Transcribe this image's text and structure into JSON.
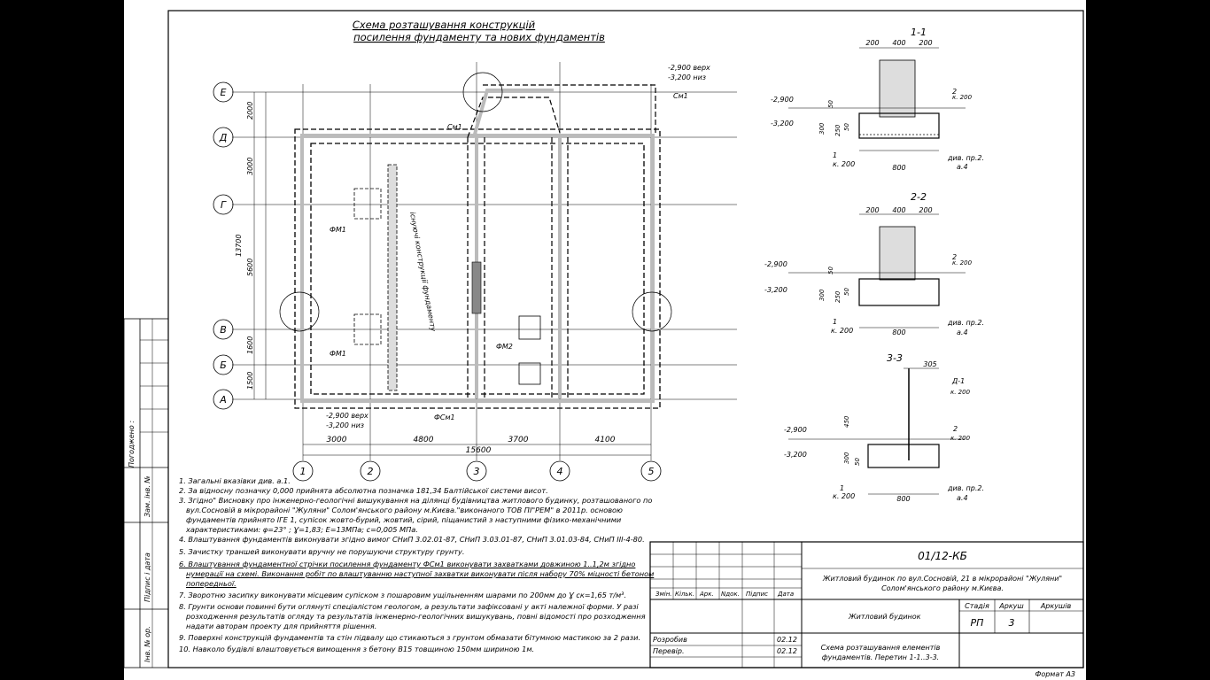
{
  "title_line1": "Схема розташування конструкцій",
  "title_line2": "посилення фундаменту та нових фундаментів",
  "axes_letters": [
    "Е",
    "Д",
    "Г",
    "В",
    "Б",
    "А"
  ],
  "axes_numbers": [
    "1",
    "2",
    "3",
    "4",
    "5"
  ],
  "bottom_dims": [
    "3000",
    "4800",
    "3700",
    "4100"
  ],
  "total_dim": "15600",
  "left_dims": [
    "2000",
    "3000",
    "5600",
    "1600",
    "1500"
  ],
  "total_left_dim": "13700",
  "vertical_label": "існуючі конструкції фундаменту",
  "level_labels": {
    "top_1": "-2,900 верх",
    "top_2": "-3,200 низ",
    "bot_1": "-2,900 верх",
    "bot_2": "-3,200 низ"
  },
  "marks": {
    "fm1_a": "ФМ1",
    "fm1_b": "ФМ1",
    "fm2": "ФМ2",
    "fsm1": "ФСм1",
    "sm1_a": "См1",
    "sm1_b": "См1"
  },
  "sections": [
    {
      "title": "1-1",
      "dims_top": [
        "200",
        "400",
        "200"
      ],
      "width": "800",
      "levels": [
        "-2,900",
        "-3,200"
      ],
      "depths": [
        "300",
        "50",
        "250",
        "50"
      ],
      "callout_1": "1",
      "callout_1b": "к. 200",
      "callout_2": "2",
      "callout_2b": "к. 200",
      "note": "див. пр.2.",
      "note_b": "а.4"
    },
    {
      "title": "2-2",
      "dims_top": [
        "200",
        "400",
        "200"
      ],
      "width": "800",
      "levels": [
        "-2,900",
        "-3,200"
      ],
      "depths": [
        "300",
        "50",
        "250",
        "50"
      ],
      "callout_1": "1",
      "callout_1b": "к. 200",
      "callout_2": "2",
      "callout_2b": "к. 200",
      "note": "див. пр.2.",
      "note_b": "а.4"
    },
    {
      "title": "3-3",
      "dims_top": [
        "305"
      ],
      "width": "800",
      "levels": [
        "-2,900",
        "-3,200"
      ],
      "depths": [
        "450",
        "300",
        "50"
      ],
      "callout_1": "1",
      "callout_1b": "к. 200",
      "callout_2": "2",
      "callout_2b": "к. 200",
      "callout_3": "Д-1",
      "callout_3b": "к. 200",
      "note": "див. пр.2.",
      "note_b": "а.4"
    }
  ],
  "notes": [
    "1. Загальні вказівки див. а.1.",
    "2. За відносну позначку  0,000 прийнята абсолютна позначка 181,34 Балтійської  системи висот.",
    "3. Згідно\" Висновку про інженерно-геологічні вишукування на ділянці будівництва житлового будинку, розташованого по",
    "вул.Сосновій в мікрорайоні \"Жуляни\" Солом'янського району м.Києва.\"виконаного ТОВ ПІ\"РЕМ\" в 2011р. основою",
    "фундаментів прийнято ІГЕ 1, супісок жовто-бурий, жовтий, сірий, піщанистий з наступними фізико-механічними",
    "характеристиками: φ=23° ;  Ɣ=1,83;  Е=13МПа;  с=0,005 МПа.",
    "4. Влаштування фундаментів виконувати згідно вимог СНиП 3.02.01-87, СНиП 3.03.01-87, СНиП 3.01.03-84, СНиП III-4-80.",
    "5. Зачистку траншей виконувати вручну не порушуючи структуру грунту.",
    "6. Влаштування фундаментної стрічки посилення фундаменту ФСм1 виконувати захватками довжиною 1..1,2м згідно",
    "нумерації на схемі. Виконання робіт по влаштуванню наступної захватки виконувати після набору 70% міцності бетоном",
    "попередньої.",
    "7. Зворотню засипку виконувати місцевим супіском з пошаровим ущільненням шарами по 200мм до Ɣ ск=1,65 т/м³.",
    "8. Грунти основи повинні бути оглянуті спеціалістом геологом, а результати зафіксовані у акті належної форми. У разі",
    "розходження результатів огляду та результатів інженерно-геологічних вишукувань, повні відомості про розходження",
    "надати авторам проекту для прийняття рішення.",
    "9. Поверхні  конструкцій фундаментів та стін підвалу що стикаються з грунтом обмазати бітумною мастикою за 2 рази.",
    "10. Навколо будівлі влаштовується вимощення з бетону В15 товщиною 150мм шириною 1м."
  ],
  "stamp": {
    "code": "01/12-КБ",
    "object": "Житловий будинок по вул.Сосновій, 21 в мікрорайоні \"Жуляни\"",
    "object2": "Солом'янського району м.Києва.",
    "building": "Житловий будинок",
    "sheet_title": "Схема розташування елементів",
    "sheet_title2": "фундаментів. Перетин 1-1..3-3.",
    "col_headers": [
      "Змін.",
      "Кільк.",
      "Арк.",
      "Nдок.",
      "Підпис",
      "Дата"
    ],
    "stage_label": "Стадія",
    "sheet_label": "Аркуш",
    "sheets_label": "Аркушів",
    "stage": "РП",
    "sheet": "3",
    "sheets": "",
    "developed_label": "Розробив",
    "checked_label": "Перевір.",
    "date1": "02.12",
    "date2": "02.12"
  },
  "side_labels": [
    "Погоджено :",
    "Інв. № ор.",
    "Підпис і дата",
    "Зам. інв. №"
  ],
  "format": "Формат А3"
}
